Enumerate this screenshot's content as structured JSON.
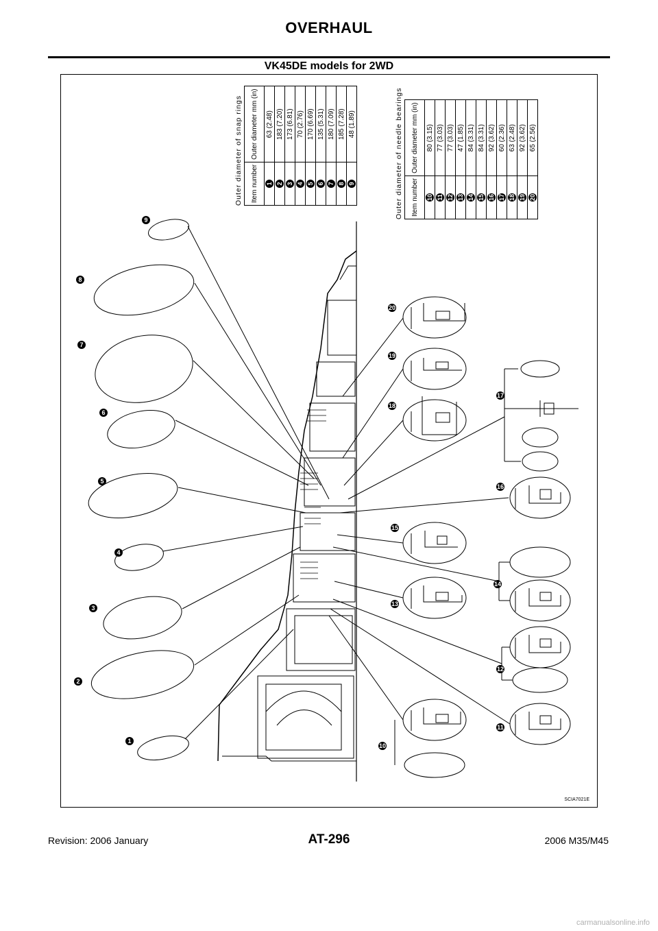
{
  "header": {
    "title": "OVERHAUL",
    "section": "VK45DE models for 2WD"
  },
  "snap_table": {
    "caption": "Outer  diameter  of  snap  rings",
    "col_item": "Item number",
    "col_value": "Outer  diameter mm (in)",
    "rows": [
      {
        "num": "1",
        "value": "63 (2.48)"
      },
      {
        "num": "2",
        "value": "183 (7.20)"
      },
      {
        "num": "3",
        "value": "173 (6.81)"
      },
      {
        "num": "4",
        "value": "70 (2.76)"
      },
      {
        "num": "5",
        "value": "170 (6.69)"
      },
      {
        "num": "6",
        "value": "135 (5.31)"
      },
      {
        "num": "7",
        "value": "180 (7.09)"
      },
      {
        "num": "8",
        "value": "185 (7.28)"
      },
      {
        "num": "9",
        "value": "48 (1.89)"
      }
    ]
  },
  "needle_table": {
    "caption": "Outer  diameter  of  needle  bearings",
    "col_item": "Item number",
    "col_value": "Outer  diameter mm (in)",
    "rows": [
      {
        "num": "10",
        "value": "80 (3.15)"
      },
      {
        "num": "11",
        "value": "77 (3.03)"
      },
      {
        "num": "12",
        "value": "77 (3.03)"
      },
      {
        "num": "13",
        "value": "47 (1.85)"
      },
      {
        "num": "14",
        "value": "84 (3.31)"
      },
      {
        "num": "15",
        "value": "84 (3.31)"
      },
      {
        "num": "16",
        "value": "92 (3.62)"
      },
      {
        "num": "17",
        "value": "60 (2.36)"
      },
      {
        "num": "18",
        "value": "63 (2.48)"
      },
      {
        "num": "19",
        "value": "92 (3.62)"
      },
      {
        "num": "20",
        "value": "65 (2.56)"
      }
    ]
  },
  "callouts": [
    "1",
    "2",
    "3",
    "4",
    "5",
    "6",
    "7",
    "8",
    "9",
    "10",
    "11",
    "12",
    "13",
    "14",
    "15",
    "16",
    "17",
    "18",
    "19",
    "20"
  ],
  "figure_code": "SCIA7021E",
  "footer": {
    "revision": "Revision: 2006 January",
    "page": "AT-296",
    "model": "2006 M35/M45"
  },
  "watermark": "carmanualsonline.info"
}
